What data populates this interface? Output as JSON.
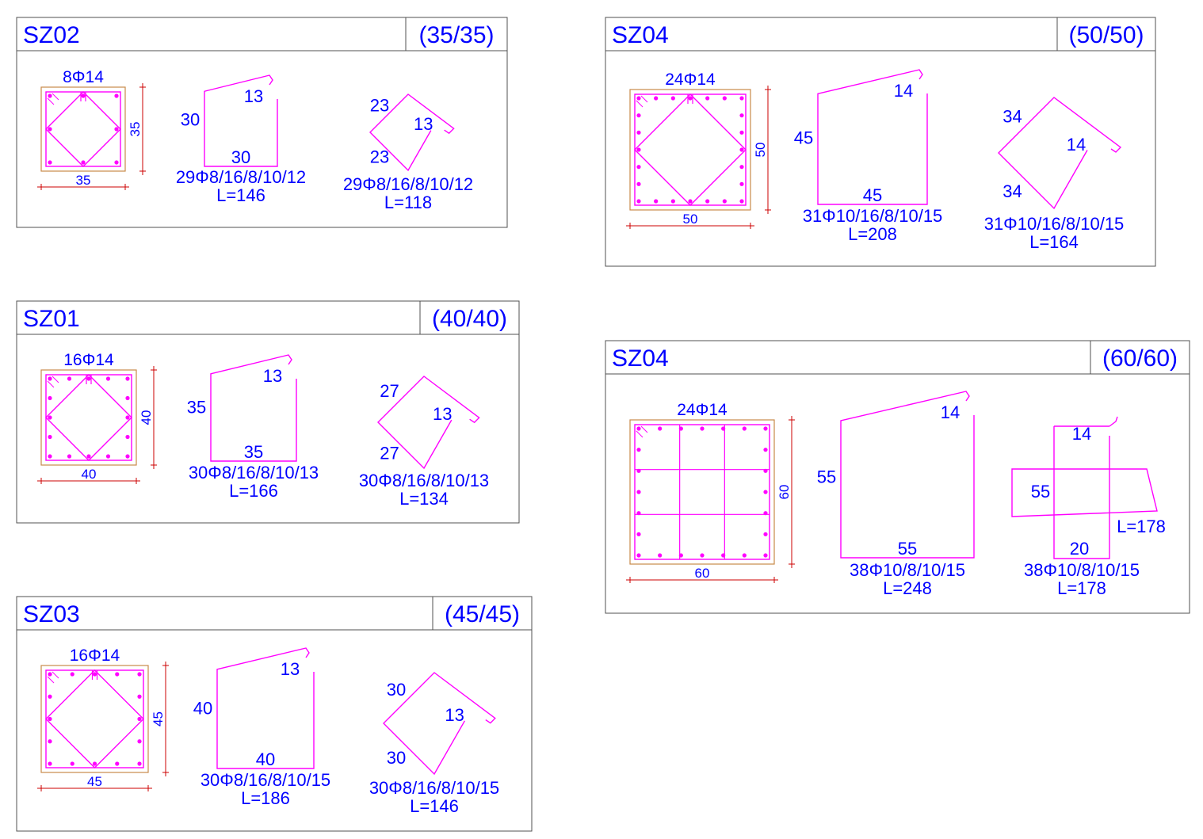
{
  "colors": {
    "frame": "#505050",
    "text": "#0000FF",
    "stirrup": "#FF00FF",
    "rebar_dot": "#FF00FF",
    "dimension": "#CC0000",
    "concrete": "#C88A4A"
  },
  "panels": [
    {
      "id": "sz02",
      "title": "SZ02",
      "size": "(35/35)",
      "section": {
        "bars": "8Φ14",
        "width": "35",
        "height": "35",
        "bar_count": 8,
        "layout": "diamond"
      },
      "shape1": {
        "side": "30",
        "bottom": "30",
        "hook": "13",
        "spec": "29Φ8/16/8/10/12",
        "length": "L=146"
      },
      "shape2": {
        "top": "23",
        "hook": "13",
        "bottom": "23",
        "spec": "29Φ8/16/8/10/12",
        "length": "L=118"
      }
    },
    {
      "id": "sz04a",
      "title": "SZ04",
      "size": "(50/50)",
      "section": {
        "bars": "24Φ14",
        "width": "50",
        "height": "50",
        "bar_count": 24,
        "layout": "diamond"
      },
      "shape1": {
        "side": "45",
        "bottom": "45",
        "hook": "14",
        "spec": "31Φ10/16/8/10/15",
        "length": "L=208"
      },
      "shape2": {
        "top": "34",
        "hook": "14",
        "bottom": "34",
        "spec": "31Φ10/16/8/10/15",
        "length": "L=164"
      }
    },
    {
      "id": "sz01",
      "title": "SZ01",
      "size": "(40/40)",
      "section": {
        "bars": "16Φ14",
        "width": "40",
        "height": "40",
        "bar_count": 16,
        "layout": "diamond"
      },
      "shape1": {
        "side": "35",
        "bottom": "35",
        "hook": "13",
        "spec": "30Φ8/16/8/10/13",
        "length": "L=166"
      },
      "shape2": {
        "top": "27",
        "hook": "13",
        "bottom": "27",
        "spec": "30Φ8/16/8/10/13",
        "length": "L=134"
      }
    },
    {
      "id": "sz04b",
      "title": "SZ04",
      "size": "(60/60)",
      "section": {
        "bars": "24Φ14",
        "width": "60",
        "height": "60",
        "bar_count": 24,
        "layout": "grid"
      },
      "shape1": {
        "side": "55",
        "bottom": "55",
        "hook": "14",
        "spec": "38Φ10/8/10/15",
        "length": "L=248"
      },
      "shape2": {
        "side": "55",
        "hook": "14",
        "bottom": "20",
        "extra": "L=178",
        "spec": "38Φ10/8/10/15",
        "length": "L=178"
      }
    },
    {
      "id": "sz03",
      "title": "SZ03",
      "size": "(45/45)",
      "section": {
        "bars": "16Φ14",
        "width": "45",
        "height": "45",
        "bar_count": 16,
        "layout": "diamond"
      },
      "shape1": {
        "side": "40",
        "bottom": "40",
        "hook": "13",
        "spec": "30Φ8/16/8/10/15",
        "length": "L=186"
      },
      "shape2": {
        "top": "30",
        "hook": "13",
        "bottom": "30",
        "spec": "30Φ8/16/8/10/15",
        "length": "L=146"
      }
    }
  ]
}
